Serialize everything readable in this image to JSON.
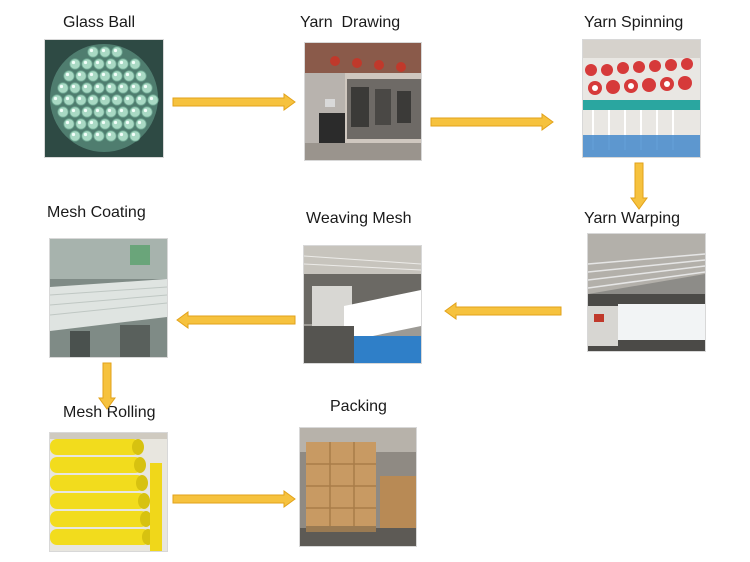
{
  "steps": [
    {
      "id": "glass-ball",
      "label": "Glass Ball"
    },
    {
      "id": "yarn-drawing",
      "label": "Yarn  Drawing"
    },
    {
      "id": "yarn-spinning",
      "label": "Yarn Spinning"
    },
    {
      "id": "yarn-warping",
      "label": "Yarn Warping"
    },
    {
      "id": "weaving-mesh",
      "label": "Weaving Mesh"
    },
    {
      "id": "mesh-coating",
      "label": "Mesh Coating"
    },
    {
      "id": "mesh-rolling",
      "label": "Mesh Rolling"
    },
    {
      "id": "packing",
      "label": "Packing"
    }
  ],
  "colors": {
    "arrow_fill": "#f6c23e",
    "arrow_stroke": "#e2a21a",
    "label_text": "#1a1a1a"
  },
  "photo_subjects": {
    "glass-ball": "glass-marbles-photo",
    "yarn-drawing": "drawing-machine-photo",
    "yarn-spinning": "spinning-frame-photo",
    "yarn-warping": "warping-machine-photo",
    "weaving-mesh": "loom-photo",
    "mesh-coating": "coating-line-photo",
    "mesh-rolling": "yellow-mesh-rolls-photo",
    "packing": "pallet-boxes-photo"
  }
}
